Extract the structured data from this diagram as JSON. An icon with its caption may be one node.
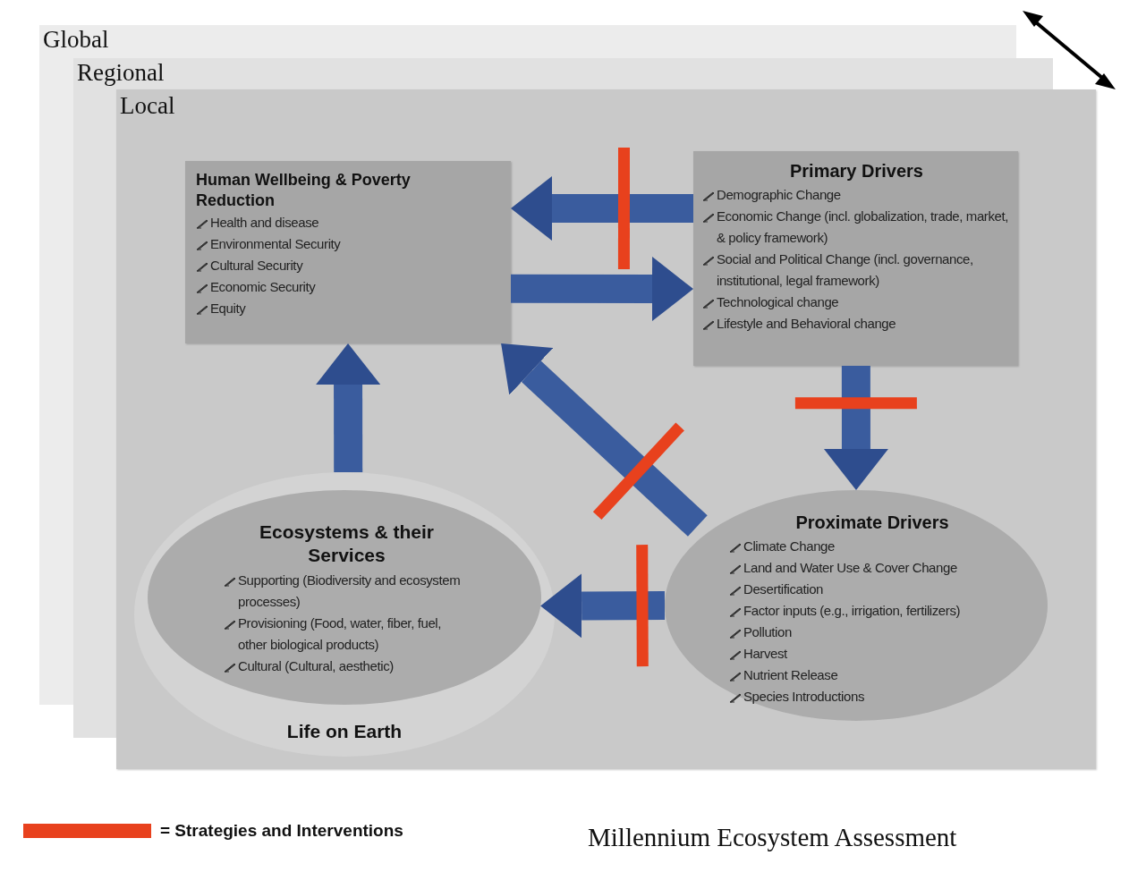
{
  "diagram": {
    "nodes": [
      {
        "text": [
          "Local"
        ]
      },
      {
        "text": [
          "Human Wellbeing & Poverty Reduction",
          "Health and disease",
          "Environmental Security",
          "Cultural Security",
          "Economic Security",
          "Equity"
        ],
        "in": 0
      },
      {
        "text": [
          "Primary Drivers",
          "Demographic Change",
          "Economic Change (incl. globalization, trade, market, & policy framework)",
          "Social and Political Change (incl. governance, institutional, legal framework)",
          "Technological change",
          "Lifestyle and Behavioral change"
        ],
        "in": 0
      },
      {
        "text": [
          "Life on Earth"
        ],
        "in": 0
      },
      {
        "text": [
          "Ecosystems & their Services",
          "Supporting (Biodiversity and ecosystem processes)",
          "Provisioning (Food, water, fiber, fuel, other biological products)",
          "Cultural (Cultural, aesthetic)"
        ],
        "in": 3
      },
      {
        "text": [
          "Proximate Drivers",
          "Climate Change",
          "Land and Water Use & Cover Change",
          "Desertification",
          "Factor inputs (e.g., irrigation, fertilizers)",
          "Pollution",
          "Harvest",
          "Nutrient Release",
          "Species Introductions"
        ],
        "in": 0
      }
    ],
    "edges": [
      {
        "from": 2,
        "to": 1,
        "arrow": "to"
      },
      {
        "from": 1,
        "to": 2,
        "arrow": "to"
      },
      {
        "from": 2,
        "to": 5,
        "arrow": "to"
      },
      {
        "from": 5,
        "to": 1,
        "arrow": "to"
      },
      {
        "from": 5,
        "to": 4,
        "arrow": "to"
      },
      {
        "from": 3,
        "to": 1,
        "arrow": "to"
      }
    ],
    "labels": [
      "Global",
      "Regional",
      "Millennium Ecosystem Assessment"
    ],
    "legend": [
      {
        "text": "= Strategies and Interventions",
        "color": "#e8411d"
      }
    ]
  }
}
